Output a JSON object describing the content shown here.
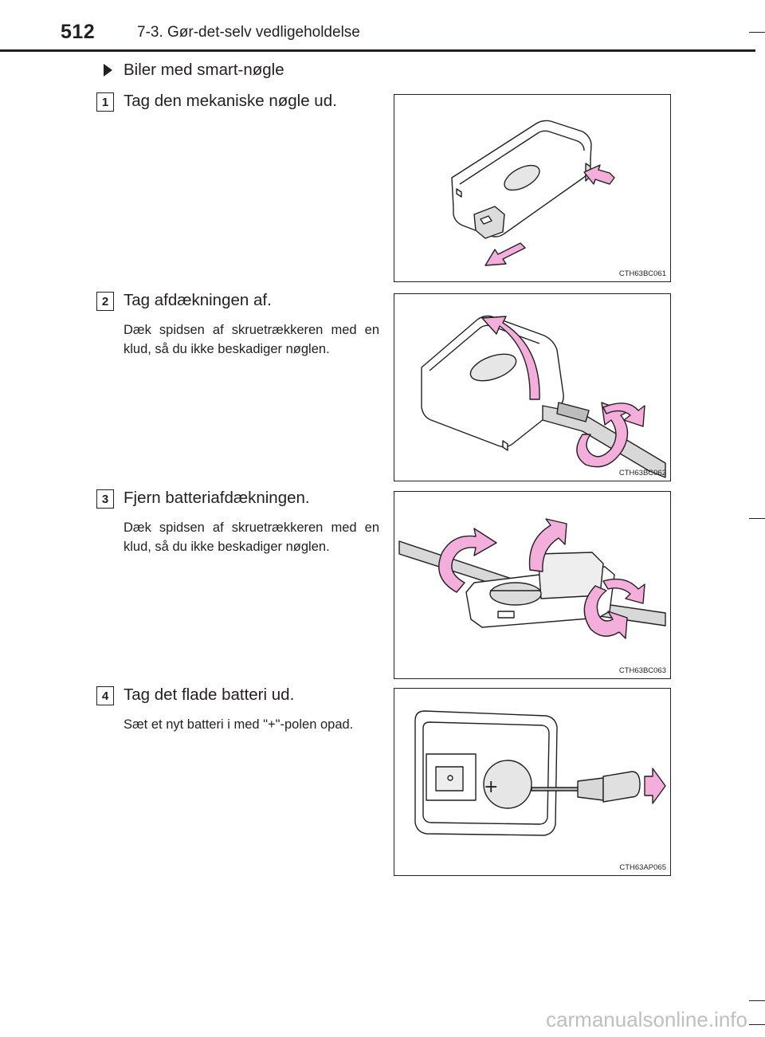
{
  "header": {
    "page_number": "512",
    "chapter_title": "7-3. Gør-det-selv vedligeholdelse"
  },
  "section": {
    "heading": "Biler med smart-nøgle"
  },
  "steps": [
    {
      "number": "1",
      "title": "Tag den mekaniske nøgle ud.",
      "note": "",
      "figure_code": "CTH63BC061"
    },
    {
      "number": "2",
      "title": "Tag afdækningen af.",
      "note": "Dæk spidsen af skruetrækkeren med en klud, så du ikke beskadiger nøglen.",
      "figure_code": "CTH63BC062"
    },
    {
      "number": "3",
      "title": "Fjern batteriafdækningen.",
      "note": "Dæk spidsen af skruetrækkeren med en klud, så du ikke beskadiger nøglen.",
      "figure_code": "CTH63BC063"
    },
    {
      "number": "4",
      "title": "Tag det flade batteri ud.",
      "note": "Sæt et nyt batteri i med \"+\"-polen opad.",
      "figure_code": "CTH63AP065"
    }
  ],
  "figure4": {
    "battery_mark": "+"
  },
  "footer": {
    "watermark": "carmanualsonline.info"
  },
  "colors": {
    "arrow_pink": "#f4aedb",
    "ink": "#231f20"
  }
}
